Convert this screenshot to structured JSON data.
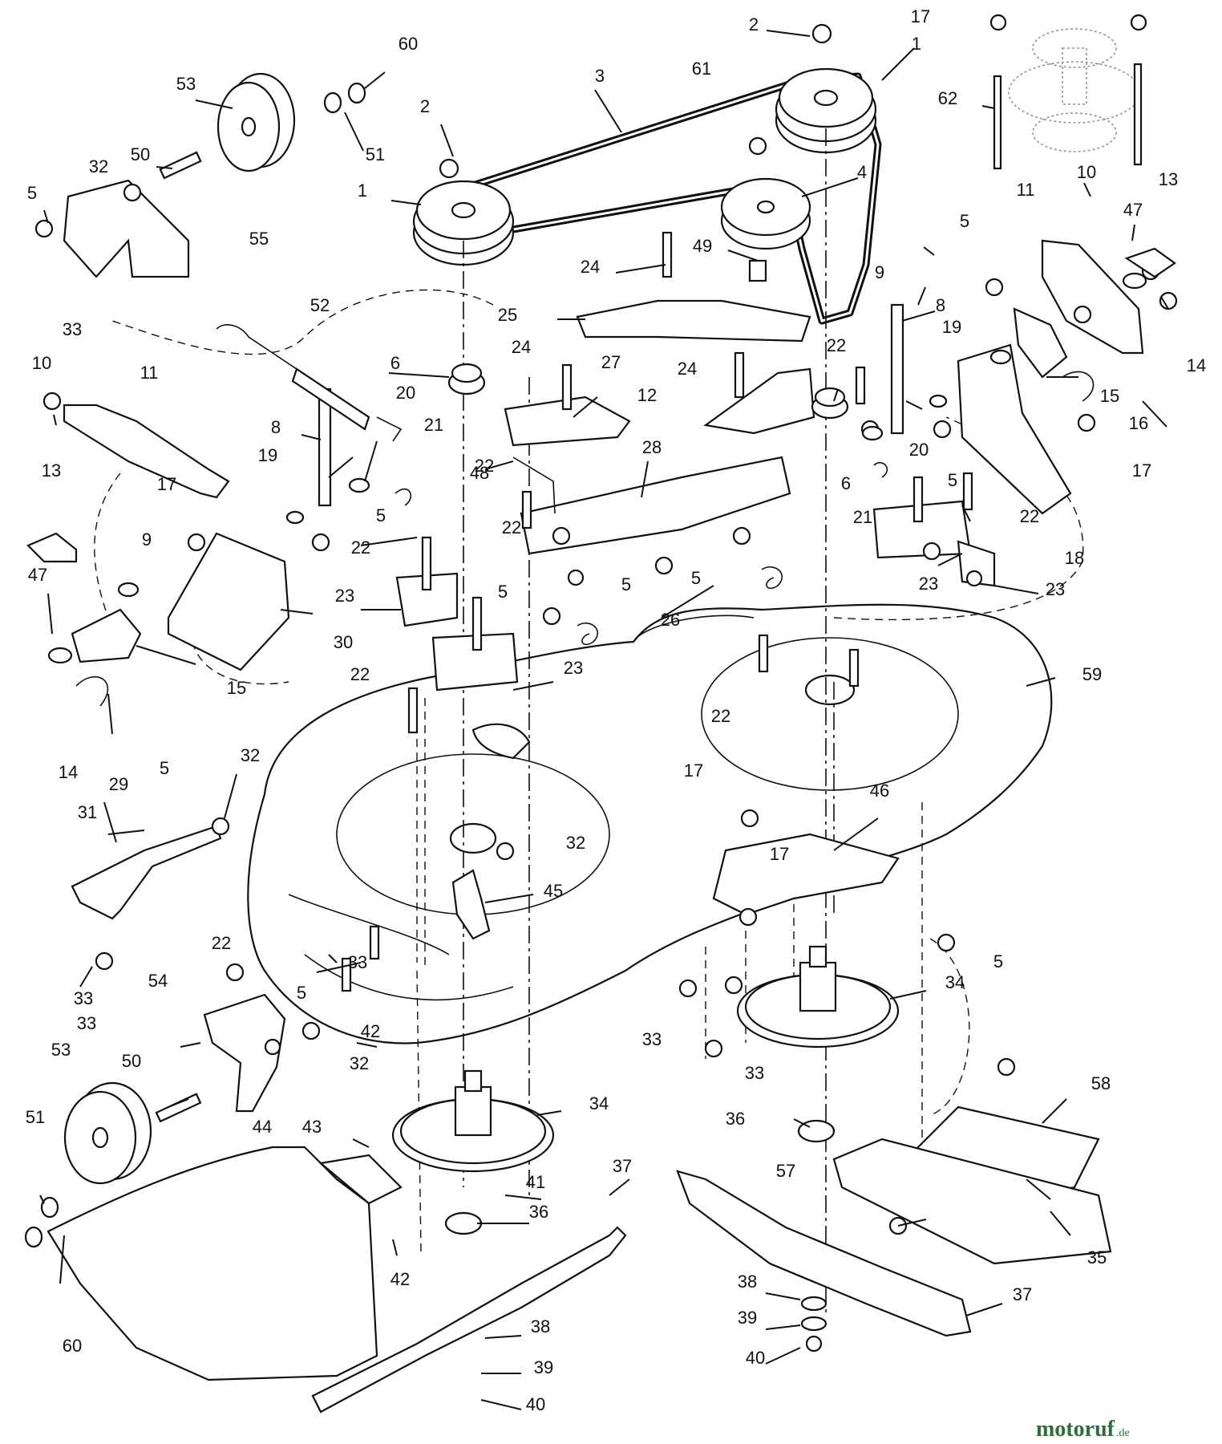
{
  "diagram": {
    "part_labels": [
      "1",
      "2",
      "3",
      "4",
      "5",
      "6",
      "8",
      "9",
      "10",
      "11",
      "12",
      "13",
      "14",
      "15",
      "16",
      "17",
      "18",
      "19",
      "20",
      "21",
      "22",
      "23",
      "24",
      "25",
      "26",
      "27",
      "28",
      "29",
      "30",
      "31",
      "32",
      "33",
      "34",
      "35",
      "36",
      "37",
      "38",
      "39",
      "40",
      "41",
      "42",
      "43",
      "44",
      "45",
      "46",
      "47",
      "48",
      "49",
      "50",
      "51",
      "52",
      "53",
      "54",
      "55",
      "57",
      "58",
      "59",
      "60",
      "61",
      "62"
    ]
  },
  "watermark": {
    "name": "motoruf",
    "suffix": ".de"
  }
}
